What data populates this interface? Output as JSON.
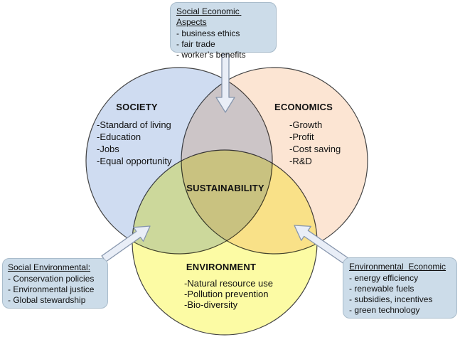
{
  "diagram": {
    "center_label": "SUSTAINABILITY",
    "circles": [
      {
        "name": "society",
        "label": "SOCIETY",
        "color": "#cfdcf1",
        "items": [
          "-Standard of living",
          "-Education",
          "-Jobs",
          "-Equal opportunity"
        ]
      },
      {
        "name": "economics",
        "label": "ECONOMICS",
        "color": "#fce5d3",
        "items": [
          "-Growth",
          "-Profit",
          "-Cost saving",
          "-R&D"
        ]
      },
      {
        "name": "environment",
        "label": "ENVIRONMENT",
        "color": "#fcfba4",
        "items": [
          "-Natural resource use",
          "-Pollution prevention",
          "-Bio-diversity"
        ]
      }
    ],
    "callouts": [
      {
        "name": "social-economic-aspects",
        "title": "Social Economic Aspects",
        "items": [
          "- business ethics",
          "- fair trade",
          "- worker’s benefits"
        ]
      },
      {
        "name": "social-environmental",
        "title": "Social Environmental:",
        "items": [
          "- Conservation policies",
          "- Environmental justice",
          "- Global stewardship"
        ]
      },
      {
        "name": "environmental-economic",
        "title": "Environmental  Economic",
        "items": [
          "- energy efficiency",
          "- renewable fuels",
          "- subsidies, incentives",
          "- green technology"
        ]
      }
    ],
    "colors": {
      "circle_stroke": "#444444",
      "callout_fill": "#ccdce9",
      "callout_border": "#a9bccb",
      "arrow_fill": "#e9eef7",
      "arrow_stroke": "#8796ad",
      "text": "#111111"
    }
  }
}
